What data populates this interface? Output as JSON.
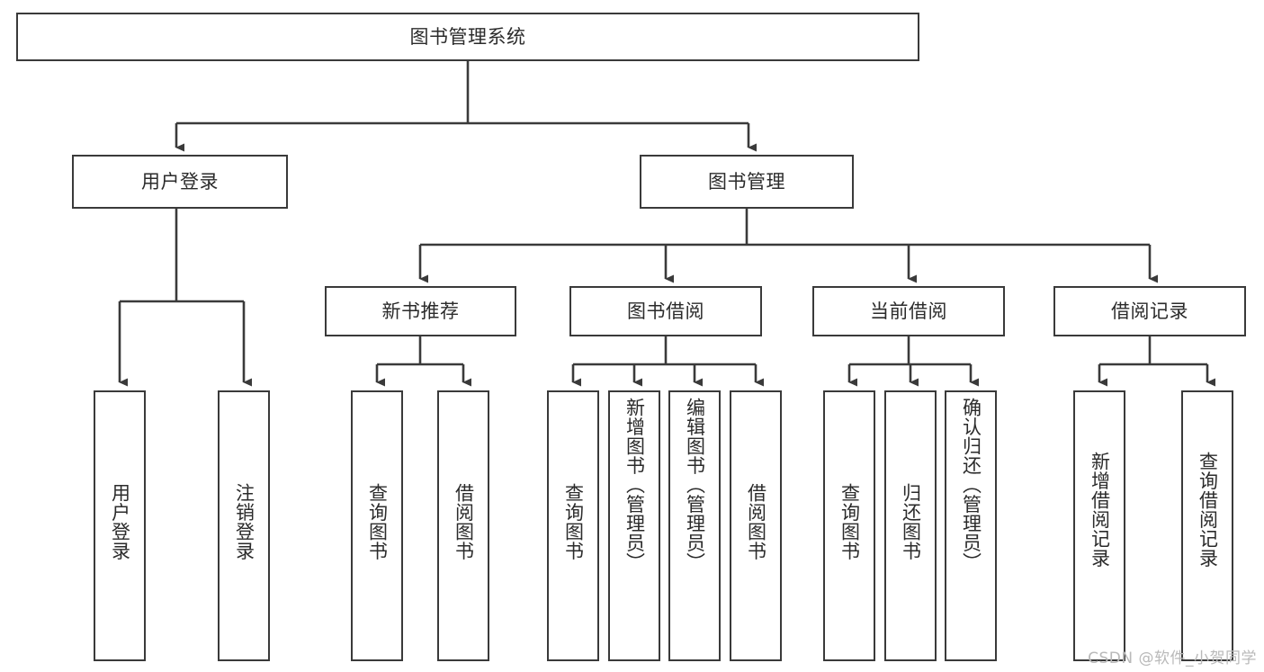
{
  "diagram": {
    "title": "图书管理系统",
    "type": "tree-hierarchy",
    "root": {
      "id": "root",
      "label": "图书管理系统",
      "orientation": "horizontal"
    },
    "level2": [
      {
        "id": "user-login",
        "label": "用户登录",
        "orientation": "horizontal"
      },
      {
        "id": "book-management",
        "label": "图书管理",
        "orientation": "horizontal"
      }
    ],
    "level3": [
      {
        "id": "new-book-recommend",
        "label": "新书推荐",
        "orientation": "horizontal",
        "parent": "book-management"
      },
      {
        "id": "book-borrow",
        "label": "图书借阅",
        "orientation": "horizontal",
        "parent": "book-management"
      },
      {
        "id": "current-borrow",
        "label": "当前借阅",
        "orientation": "horizontal",
        "parent": "book-management"
      },
      {
        "id": "borrow-record",
        "label": "借阅记录",
        "orientation": "horizontal",
        "parent": "book-management"
      }
    ],
    "leaves": [
      {
        "id": "leaf-user-login",
        "label": "用户登录",
        "orientation": "vertical",
        "parent": "user-login"
      },
      {
        "id": "leaf-logout",
        "label": "注销登录",
        "orientation": "vertical",
        "parent": "user-login"
      },
      {
        "id": "leaf-query-book-1",
        "label": "查询图书",
        "orientation": "vertical",
        "parent": "new-book-recommend"
      },
      {
        "id": "leaf-borrow-book-1",
        "label": "借阅图书",
        "orientation": "vertical",
        "parent": "new-book-recommend"
      },
      {
        "id": "leaf-query-book-2",
        "label": "查询图书",
        "orientation": "vertical",
        "parent": "book-borrow"
      },
      {
        "id": "leaf-add-book",
        "label": "新增图书（管理员）",
        "orientation": "vertical",
        "parent": "book-borrow"
      },
      {
        "id": "leaf-edit-book",
        "label": "编辑图书（管理员）",
        "orientation": "vertical",
        "parent": "book-borrow"
      },
      {
        "id": "leaf-borrow-book-2",
        "label": "借阅图书",
        "orientation": "vertical",
        "parent": "book-borrow"
      },
      {
        "id": "leaf-query-book-3",
        "label": "查询图书",
        "orientation": "vertical",
        "parent": "current-borrow"
      },
      {
        "id": "leaf-return-book",
        "label": "归还图书",
        "orientation": "vertical",
        "parent": "current-borrow"
      },
      {
        "id": "leaf-confirm-return",
        "label": "确认归还（管理员）",
        "orientation": "vertical",
        "parent": "current-borrow"
      },
      {
        "id": "leaf-add-borrow-record",
        "label": "新增借阅记录",
        "orientation": "vertical",
        "parent": "borrow-record"
      },
      {
        "id": "leaf-query-borrow-record",
        "label": "查询借阅记录",
        "orientation": "vertical",
        "parent": "borrow-record"
      }
    ],
    "colors": {
      "border": "#3a3a3a",
      "text": "#2b2b2b",
      "background": "#ffffff",
      "connector": "#3a3a3a",
      "watermark": "#b9b9b9"
    }
  },
  "watermark": {
    "text": "CSDN @软件_小贺同学"
  }
}
